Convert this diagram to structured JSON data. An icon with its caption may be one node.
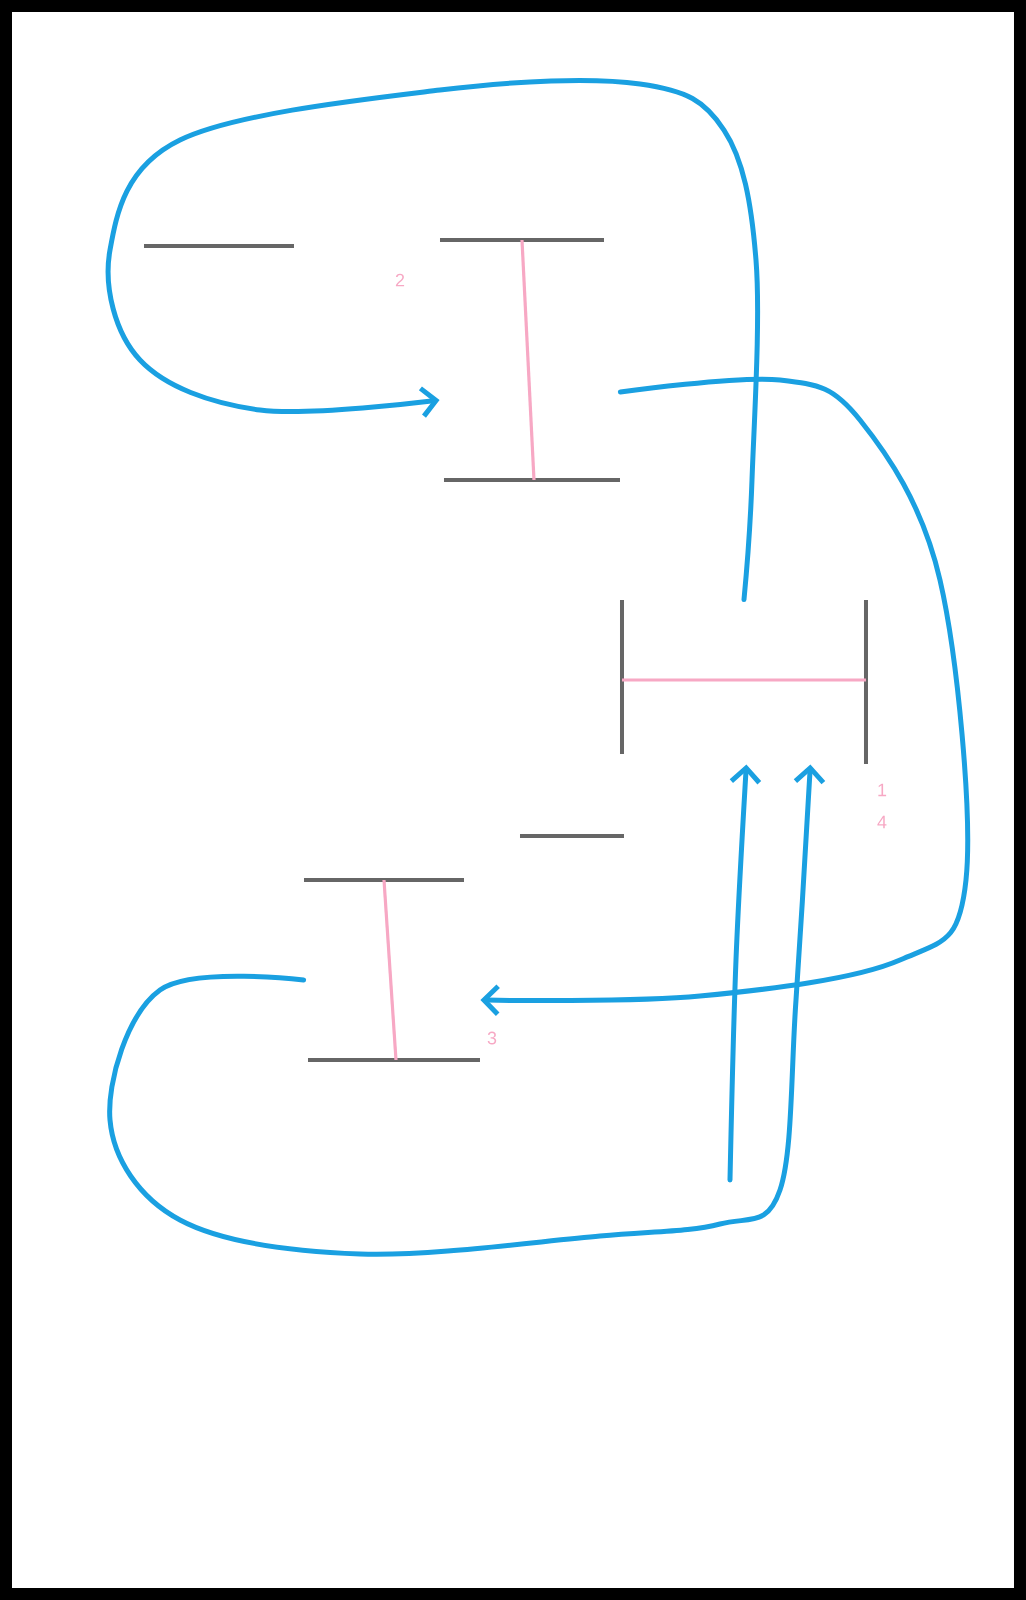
{
  "diagram": {
    "nodes": [
      {
        "text": [],
        "shape": "dash"
      },
      {
        "text": [],
        "shape": "beam",
        "beside": [
          "2"
        ]
      },
      {
        "text": [],
        "shape": "frame",
        "beside": [
          "1",
          "4"
        ]
      },
      {
        "text": [],
        "shape": "dash"
      },
      {
        "text": [],
        "shape": "beam",
        "beside": [
          "3"
        ]
      }
    ],
    "edges": [
      {
        "from": 2,
        "to": 1,
        "arrow": "to"
      },
      {
        "from": 1,
        "to": 4,
        "arrow": "to"
      },
      {
        "from": 4,
        "to": 2,
        "arrow": "to"
      },
      {
        "from": null,
        "to": 2,
        "arrow": "to"
      }
    ]
  }
}
